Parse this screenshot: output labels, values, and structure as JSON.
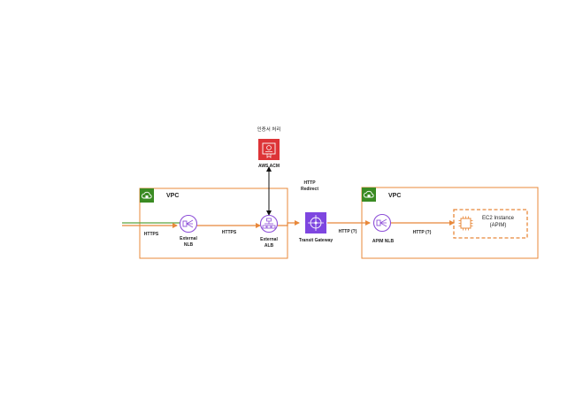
{
  "vpcs": [
    {
      "label": "VPC"
    },
    {
      "label": "VPC"
    }
  ],
  "nodes": {
    "cert_processing": "인증서 처리",
    "acm": "AWS ACM",
    "ext_nlb": [
      "External",
      "NLB"
    ],
    "ext_alb": [
      "External",
      "ALB"
    ],
    "tgw": "Transit Gateway",
    "apim_nlb": "APIM NLB",
    "ec2": [
      "EC2 Instance",
      "(APIM)"
    ]
  },
  "edges": {
    "https_in": "HTTPS",
    "https_nlb_alb": "HTTPS",
    "http_redirect": [
      "HTTP",
      "Redirect"
    ],
    "http_tgw_nlb": "HTTP (?)",
    "http_nlb_ec2": "HTTP (?)"
  },
  "colors": {
    "vpc_border": "#e8883a",
    "vpc_badge": "#3a8b23",
    "flow_orange": "#e8883a",
    "flow_green": "#5aa43e",
    "lb_purple": "#8d4fd8",
    "tgw_purple": "#7e46e0",
    "acm_red": "#dd3437",
    "ec2_orange": "#e8883a"
  },
  "icons": [
    "cloud-lock-icon",
    "nlb-icon",
    "alb-icon",
    "acm-certificate-icon",
    "transit-gateway-icon",
    "ec2-chip-icon"
  ]
}
